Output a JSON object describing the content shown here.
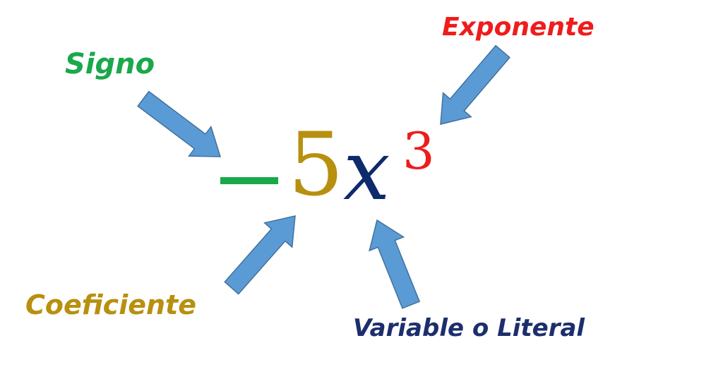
{
  "labels": {
    "signo": "Signo",
    "exponente": "Exponente",
    "coeficiente": "Coeficiente",
    "variable": "Variable o Literal"
  },
  "expression": {
    "sign": "−",
    "coefficient": "5",
    "variable": "x",
    "exponent": "3"
  },
  "colors": {
    "signo": "#1aa84a",
    "exponente": "#ef1c1c",
    "coeficiente": "#b8900f",
    "variable": "#1c2e6e",
    "arrow_fill": "#5b9bd5",
    "arrow_stroke": "#41719c"
  }
}
